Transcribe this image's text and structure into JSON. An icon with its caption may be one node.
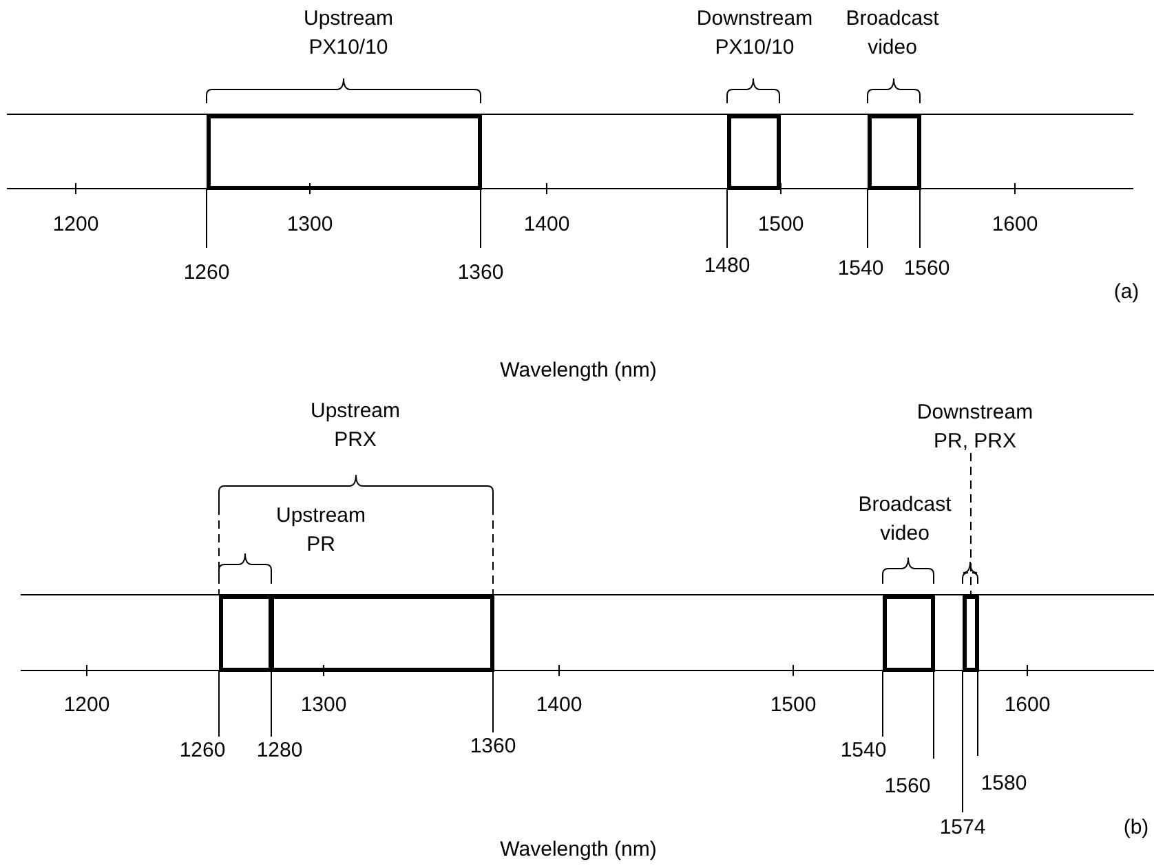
{
  "diagram": {
    "nodes": [
      {
        "text": [],
        "shape": "box",
        "beside": [
          "Upstream PX10/10"
        ]
      },
      {
        "text": [],
        "shape": "box",
        "beside": [
          "Downstream PX10/10"
        ]
      },
      {
        "text": [],
        "shape": "box",
        "beside": [
          "Broadcast video"
        ]
      },
      {
        "text": [],
        "shape": "box",
        "beside": [
          "Upstream PR"
        ]
      },
      {
        "text": [],
        "shape": "box"
      },
      {
        "text": [],
        "shape": "box",
        "beside": [
          "Broadcast video"
        ]
      },
      {
        "text": [
          "Downstream PR, PRX"
        ]
      },
      {
        "text": [],
        "shape": "box"
      }
    ],
    "edges": [
      {
        "from": 6,
        "to": 7,
        "arrow": "none",
        "style": "dashed"
      }
    ],
    "labels": [
      "1200",
      "1300",
      "1400",
      "1500",
      "1600",
      "1260",
      "1360",
      "1480",
      "1540",
      "1560",
      "(a)",
      "Wavelength (nm)",
      "Upstream PRX",
      "1200",
      "1300",
      "1400",
      "1500",
      "1600",
      "1260",
      "1280",
      "1360",
      "1540",
      "1560",
      "1580",
      "1574",
      "(b)",
      "Wavelength (nm)"
    ]
  }
}
